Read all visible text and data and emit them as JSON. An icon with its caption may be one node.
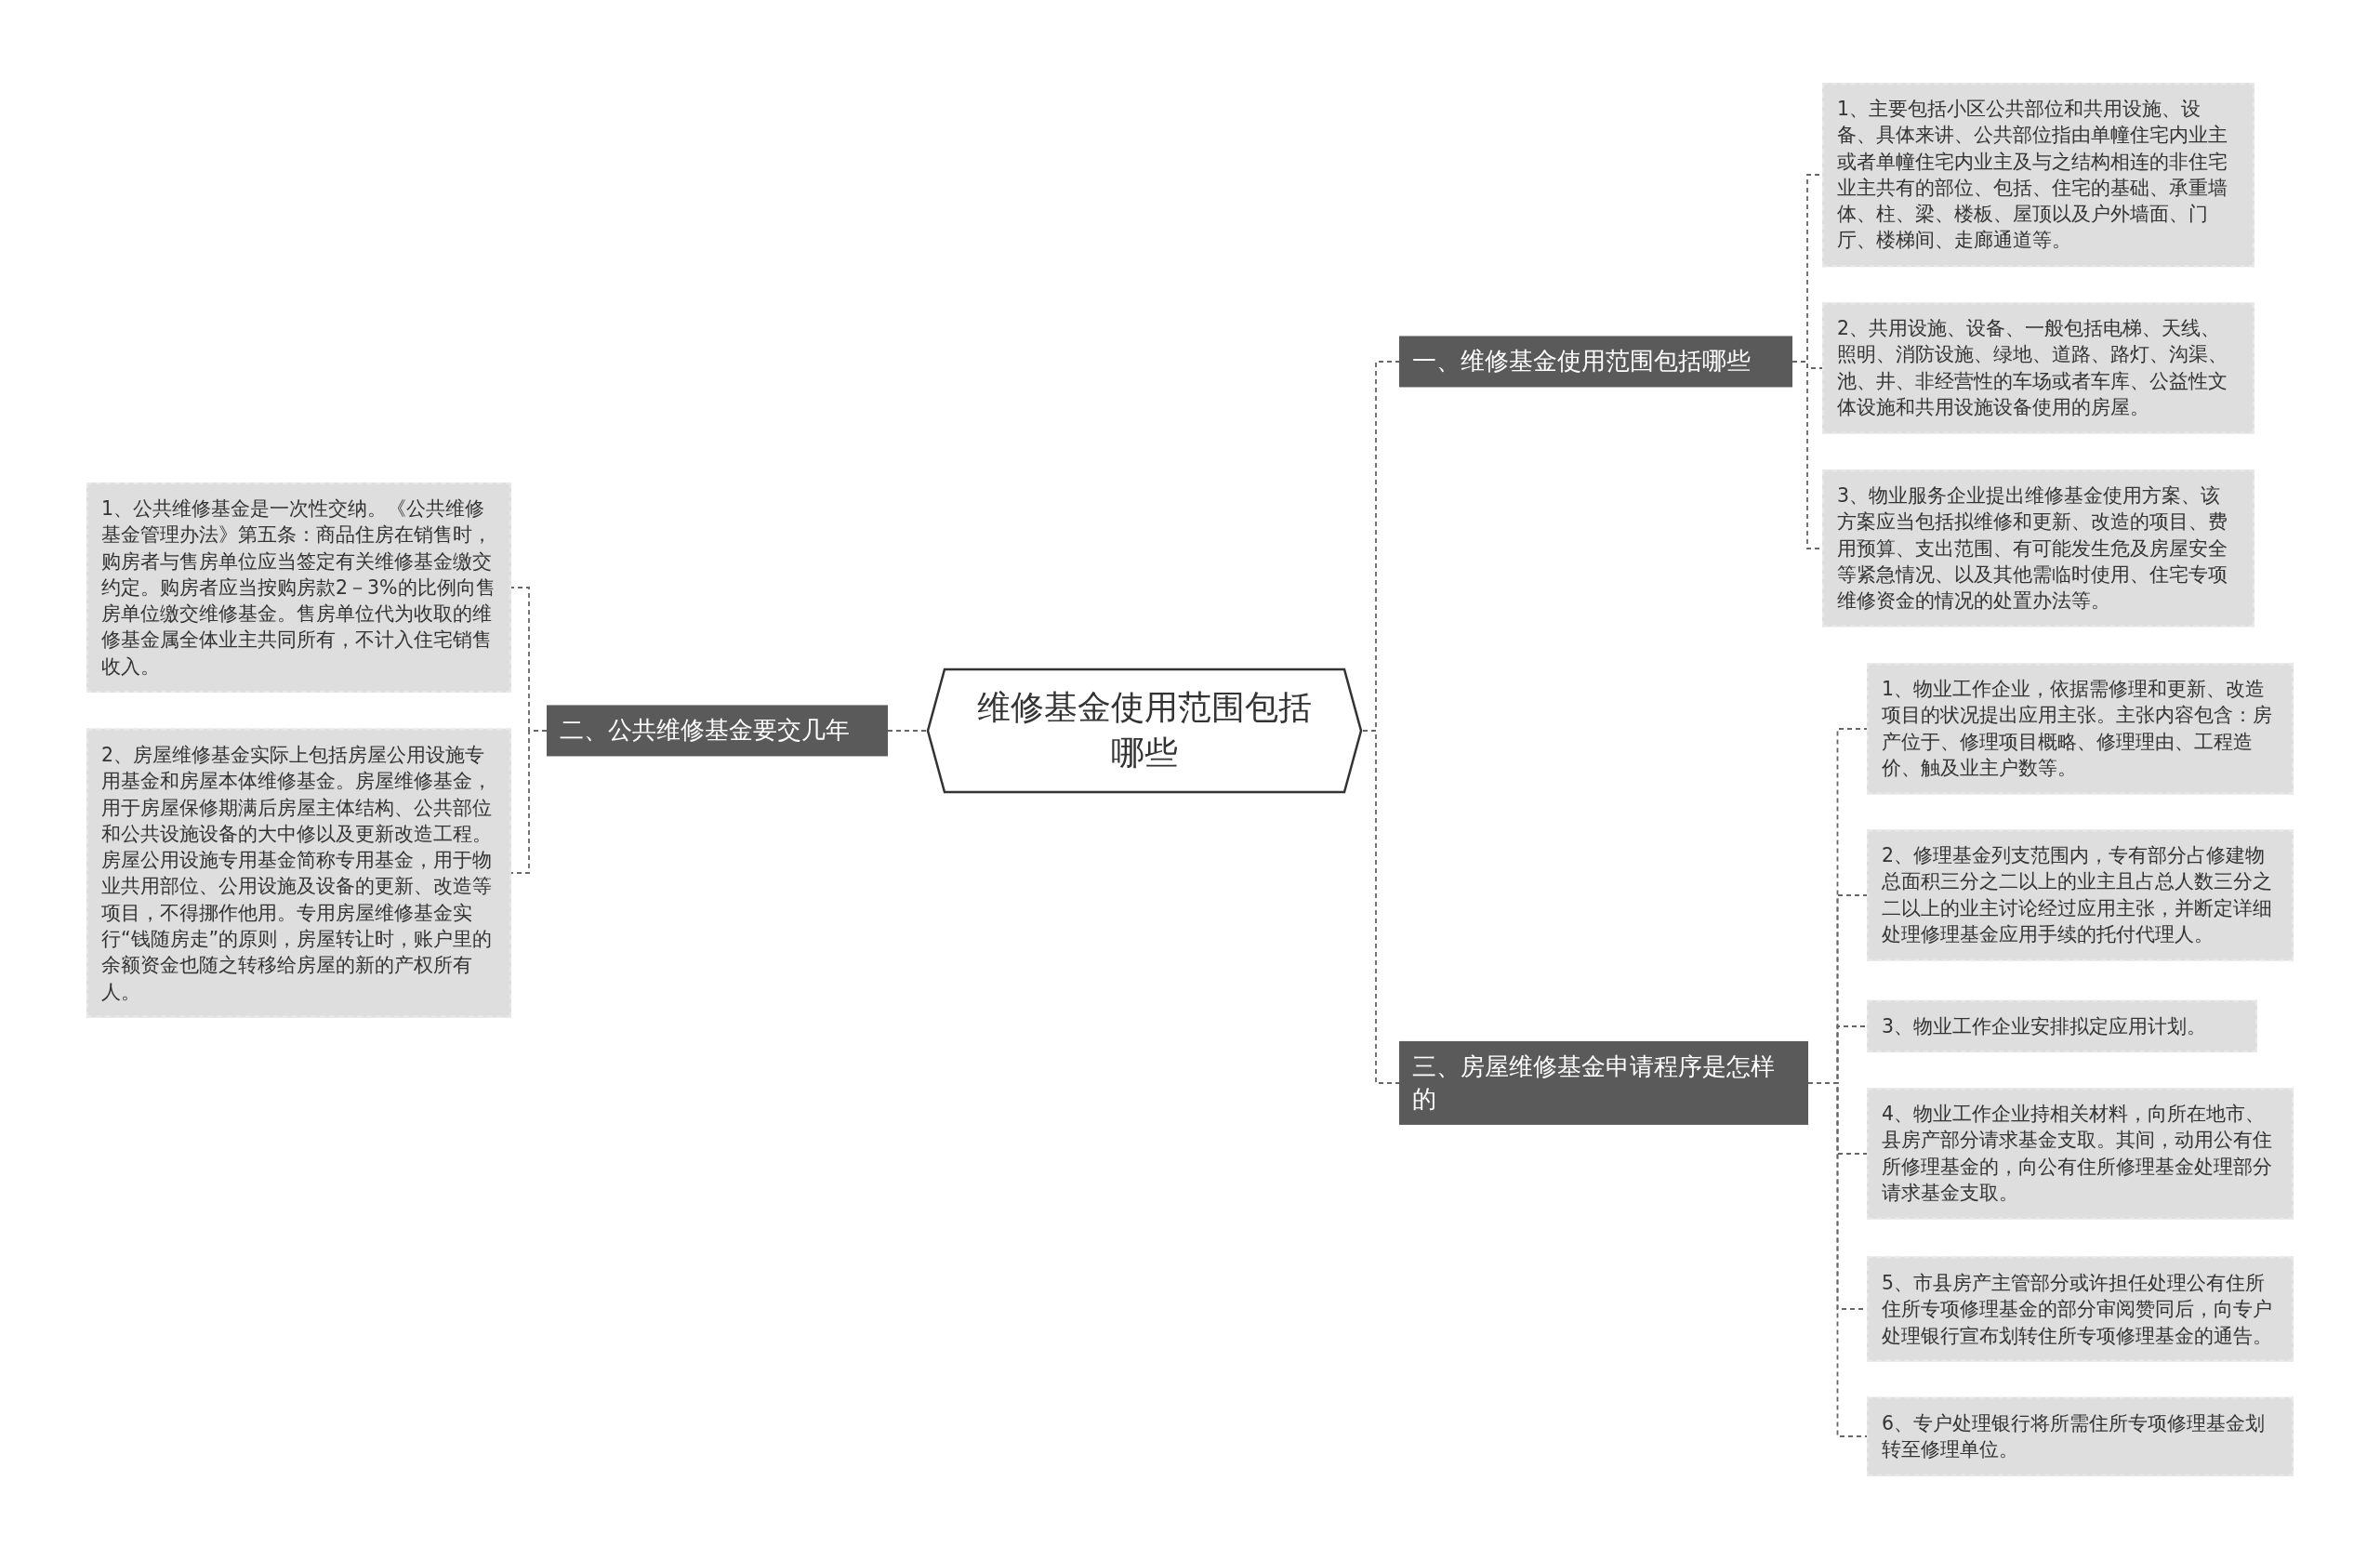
{
  "diagram": {
    "nodes": [
      {
        "text": [
          "维修基金使用范围包括哪些"
        ]
      },
      {
        "text": [
          "一、维修基金使用范围包括哪些"
        ]
      },
      {
        "text": [
          "1、主要包括小区公共部位和共用设施、设备、具体来讲、公共部位指由单幢住宅内业主或者单幢住宅内业主及与之结构相连的非住宅业主共有的部位、包括、住宅的基础、承重墙体、柱、梁、楼板、屋顶以及户外墙面、门厅、楼梯间、走廊通道等。"
        ]
      },
      {
        "text": [
          "2、共用设施、设备、一般包括电梯、天线、照明、消防设施、绿地、道路、路灯、沟渠、池、井、非经营性的车场或者车库、公益性文体设施和共用设施设备使用的房屋。"
        ]
      },
      {
        "text": [
          "3、物业服务企业提出维修基金使用方案、该方案应当包括拟维修和更新、改造的项目、费用预算、支出范围、有可能发生危及房屋安全等紧急情况、以及其他需临时使用、住宅专项维修资金的情况的处置办法等。"
        ]
      },
      {
        "text": [
          "二、公共维修基金要交几年"
        ]
      },
      {
        "text": [
          "1、公共维修基金是一次性交纳。《公共维修基金管理办法》第五条：商品住房在销售时，购房者与售房单位应当签定有关维修基金缴交约定。购房者应当按购房款2－3%的比例向售房单位缴交维修基金。售房单位代为收取的维修基金属全体业主共同所有，不计入住宅销售收入。"
        ]
      },
      {
        "text": [
          "2、房屋维修基金实际上包括房屋公用设施专用基金和房屋本体维修基金。房屋维修基金，用于房屋保修期满后房屋主体结构、公共部位和公共设施设备的大中修以及更新改造工程。房屋公用设施专用基金简称专用基金，用于物业共用部位、公用设施及设备的更新、改造等项目，不得挪作他用。专用房屋维修基金实行“钱随房走”的原则，房屋转让时，账户里的余额资金也随之转移给房屋的新的产权所有人。"
        ]
      },
      {
        "text": [
          "三、房屋维修基金申请程序是怎样的"
        ]
      },
      {
        "text": [
          "1、物业工作企业，依据需修理和更新、改造项目的状况提出应用主张。主张内容包含：房产位于、修理项目概略、修理理由、工程造价、触及业主户数等。"
        ]
      },
      {
        "text": [
          "2、修理基金列支范围内，专有部分占修建物总面积三分之二以上的业主且占总人数三分之二以上的业主讨论经过应用主张，并断定详细处理修理基金应用手续的托付代理人。"
        ]
      },
      {
        "text": [
          "3、物业工作企业安排拟定应用计划。"
        ]
      },
      {
        "text": [
          "4、物业工作企业持相关材料，向所在地市、县房产部分请求基金支取。其间，动用公有住所修理基金的，向公有住所修理基金处理部分请求基金支取。"
        ]
      },
      {
        "text": [
          "5、市县房产主管部分或许担任处理公有住所住所专项修理基金的部分审阅赞同后，向专户处理银行宣布划转住所专项修理基金的通告。"
        ]
      },
      {
        "text": [
          "6、专户处理银行将所需住所专项修理基金划转至修理单位。"
        ]
      }
    ],
    "edges": [
      {
        "from": 0,
        "to": 1,
        "arrow": "none"
      },
      {
        "from": 1,
        "to": 2,
        "arrow": "none"
      },
      {
        "from": 1,
        "to": 3,
        "arrow": "none"
      },
      {
        "from": 1,
        "to": 4,
        "arrow": "none"
      },
      {
        "from": 0,
        "to": 5,
        "arrow": "none"
      },
      {
        "from": 5,
        "to": 6,
        "arrow": "none"
      },
      {
        "from": 5,
        "to": 7,
        "arrow": "none"
      },
      {
        "from": 0,
        "to": 8,
        "arrow": "none"
      },
      {
        "from": 8,
        "to": 9,
        "arrow": "none"
      },
      {
        "from": 8,
        "to": 10,
        "arrow": "none"
      },
      {
        "from": 8,
        "to": 11,
        "arrow": "none"
      },
      {
        "from": 8,
        "to": 12,
        "arrow": "none"
      },
      {
        "from": 8,
        "to": 13,
        "arrow": "none"
      },
      {
        "from": 8,
        "to": 14,
        "arrow": "none"
      }
    ]
  }
}
